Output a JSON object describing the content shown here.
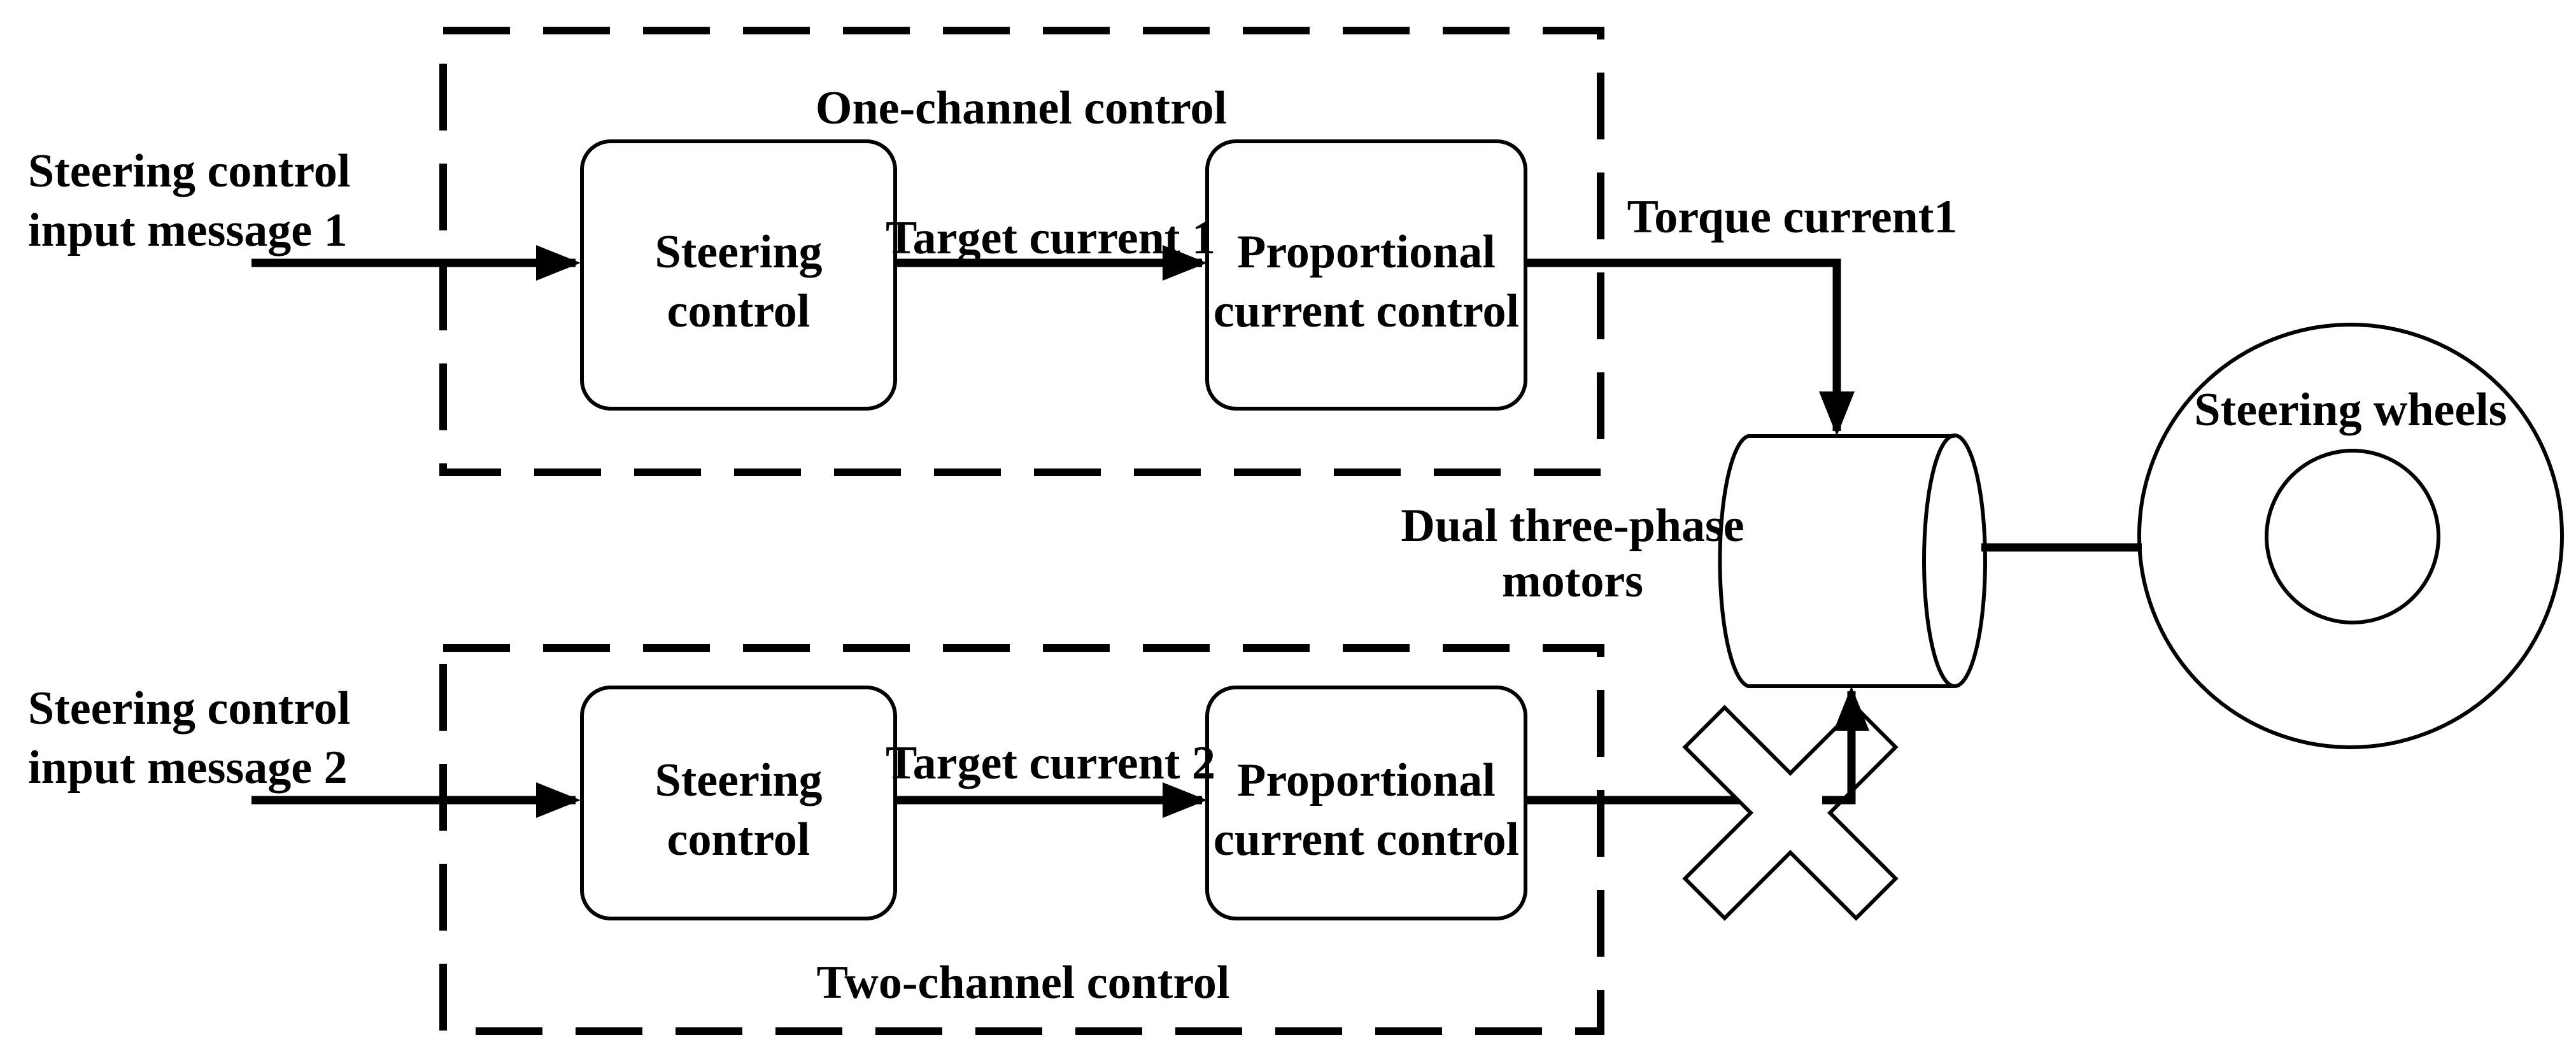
{
  "diagram_type": "block-diagram",
  "colors": {
    "background": "#ffffff",
    "line": "#000000",
    "box_fill": "#ffffff"
  },
  "groups": {
    "one_channel": {
      "label": "One-channel control"
    },
    "two_channel": {
      "label": "Two-channel control"
    }
  },
  "inputs": {
    "input1": {
      "line1": "Steering control",
      "line2": "input message 1"
    },
    "input2": {
      "line1": "Steering control",
      "line2": "input message 2"
    }
  },
  "boxes": {
    "steering_control_1": {
      "line1": "Steering",
      "line2": "control"
    },
    "proportional_current_control_1": {
      "line1": "Proportional",
      "line2": "current control"
    },
    "steering_control_2": {
      "line1": "Steering",
      "line2": "control"
    },
    "proportional_current_control_2": {
      "line1": "Proportional",
      "line2": "current control"
    }
  },
  "signals": {
    "target_current_1": "Target current 1",
    "target_current_2": "Target current 2",
    "torque_current_1": "Torque current1"
  },
  "components": {
    "motor": {
      "line1": "Dual three-phase",
      "line2": "motors"
    },
    "steering_wheel": {
      "label": "Steering wheels"
    }
  }
}
